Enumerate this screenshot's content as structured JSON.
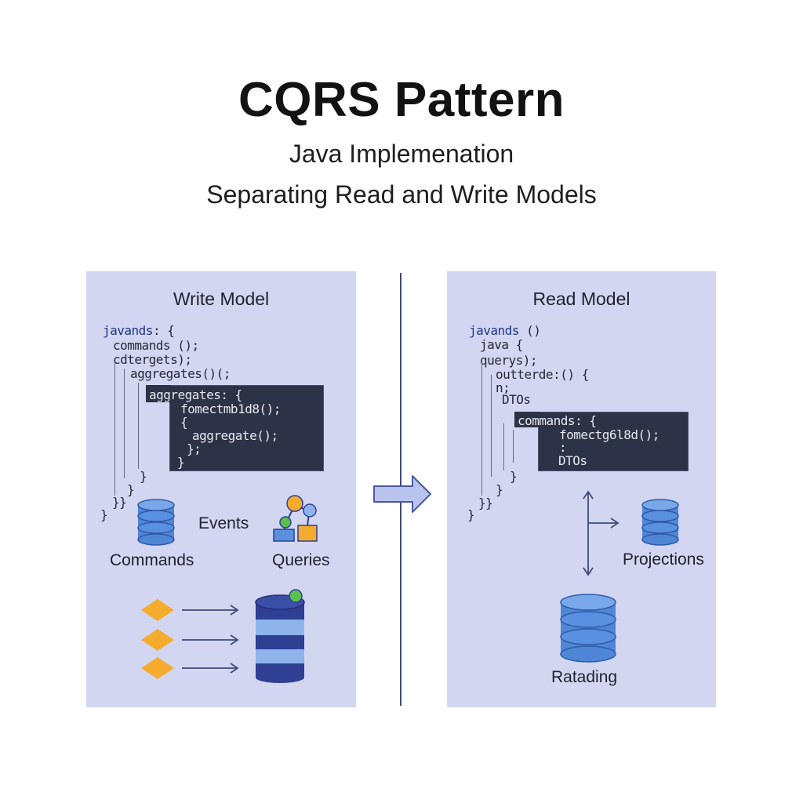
{
  "header": {
    "title": "CQRS Pattern",
    "subtitle_line1": "Java Implemenation",
    "subtitle_line2": "Separating Read and Write Models"
  },
  "write_model": {
    "title": "Write Model",
    "code": {
      "line1_kw": "javands",
      "line1_rest": ": {",
      "line2": "commands ();",
      "line3": "cdtergets);",
      "line4": "aggregates()(;",
      "box_line1": "aggregates: {",
      "box_line2": "fomectmb1d8();",
      "box_line3": "{",
      "box_line4": "aggregate();",
      "box_line5": "};",
      "box_line6": "}",
      "close1": "}",
      "close2": "}",
      "close3": "}}",
      "close4": "}"
    },
    "labels": {
      "events": "Events",
      "commands": "Commands",
      "queries": "Queries"
    }
  },
  "read_model": {
    "title": "Read Model",
    "code": {
      "line1_kw": "javands",
      "line1_rest": " ()",
      "line2": "java {",
      "line3": "querys);",
      "line4": "outterde:() {",
      "line5": "n;",
      "line6": "DTOs",
      "box_line1": "commands: {",
      "box_line2": "fomectg6l8d();",
      "box_line3": ":",
      "box_line4": "DTOs",
      "close1": "}",
      "close2": "}",
      "close3": "}}",
      "close4": "}"
    },
    "labels": {
      "projections": "Projections",
      "ratading": "Ratading"
    }
  },
  "colors": {
    "panel_bg": "#d2d6f0",
    "code_box_bg": "#2d3346",
    "db_blue": "#4f86d6",
    "db_navy": "#2f3f94",
    "diamond_orange": "#f5ac2e",
    "node_green": "#5cbf4c",
    "arrow_fill": "#b9c4ee"
  },
  "icons": {
    "write_db": "database-icon",
    "event_tree": "hierarchy-nodes-icon",
    "event_store": "layered-database-icon",
    "flow_arrow": "right-arrow-icon",
    "read_db": "database-icon",
    "read_big_db": "database-icon"
  }
}
